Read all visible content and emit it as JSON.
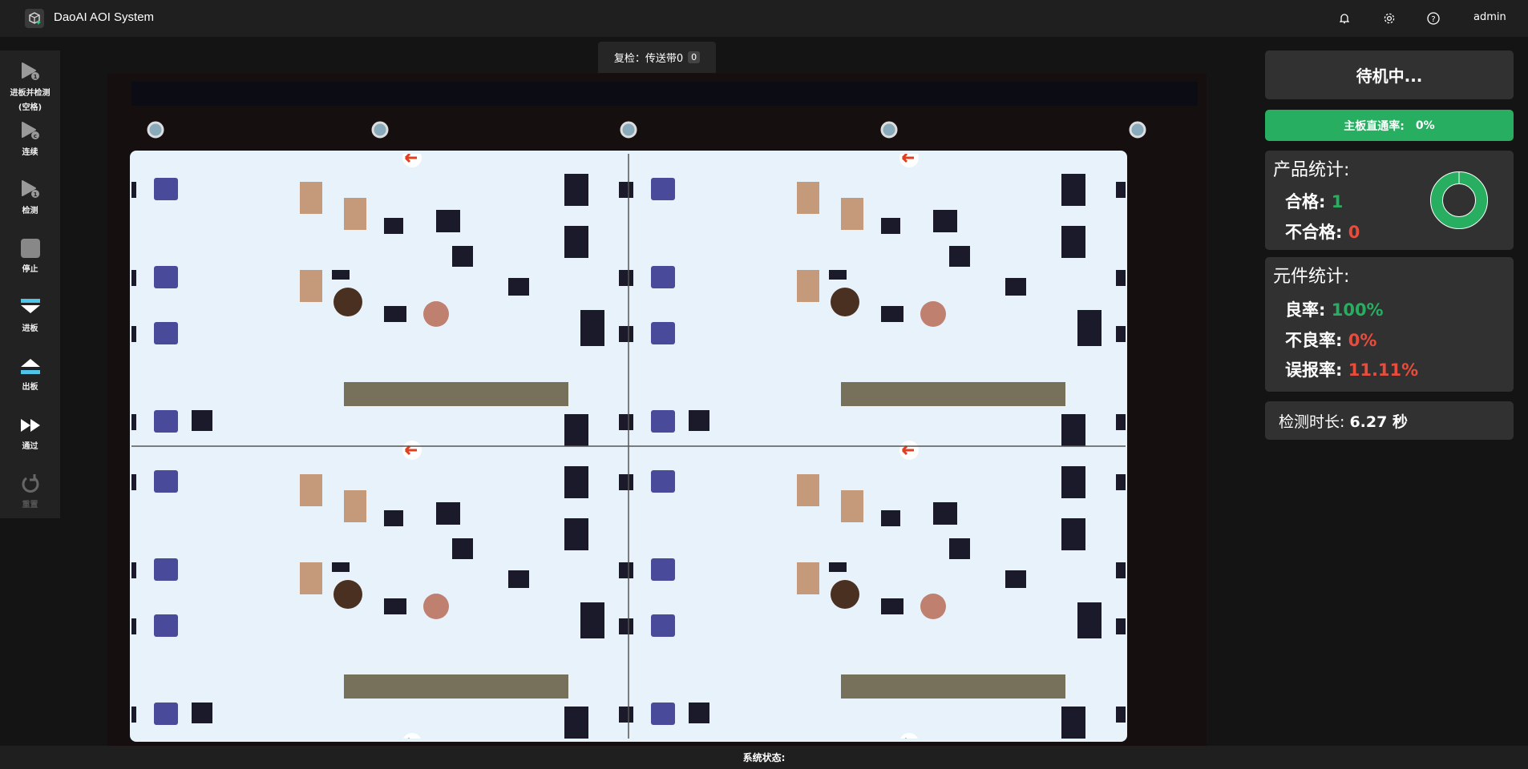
{
  "header": {
    "title": "DaoAI AOI System",
    "user": "admin",
    "icons": [
      "bell-icon",
      "gear-icon",
      "help-icon"
    ]
  },
  "sidebar": {
    "items": [
      {
        "label": "进板并检测",
        "sub": "(空格)",
        "icon": "play-one-icon"
      },
      {
        "label": "连续",
        "icon": "play-continuous-icon"
      },
      {
        "label": "检测",
        "icon": "play-one-icon"
      },
      {
        "label": "停止",
        "icon": "stop-icon"
      },
      {
        "label": "进板",
        "icon": "load-board-icon"
      },
      {
        "label": "出板",
        "icon": "unload-board-icon"
      },
      {
        "label": "通过",
        "icon": "fast-forward-icon"
      },
      {
        "label": "重置",
        "icon": "reset-icon"
      }
    ]
  },
  "tab": {
    "label": "复检：传送带0",
    "count": "0"
  },
  "right": {
    "status": "待机中...",
    "yield_label": "主板直通率:",
    "yield_value": "0%",
    "product": {
      "title": "产品统计:",
      "pass_label": "合格:",
      "pass": "1",
      "fail_label": "不合格:",
      "fail": "0"
    },
    "component": {
      "title": "元件统计:",
      "good_label": "良率:",
      "good": "100%",
      "bad_label": "不良率:",
      "bad": "0%",
      "false_label": "误报率:",
      "false": "11.11%"
    },
    "time_label": "检测时长:",
    "time_value": "6.27 秒"
  },
  "footer": {
    "label": "系统状态:"
  },
  "colors": {
    "green": "#27ae60",
    "red": "#e74c3c",
    "accent": "#4fc3e8"
  }
}
